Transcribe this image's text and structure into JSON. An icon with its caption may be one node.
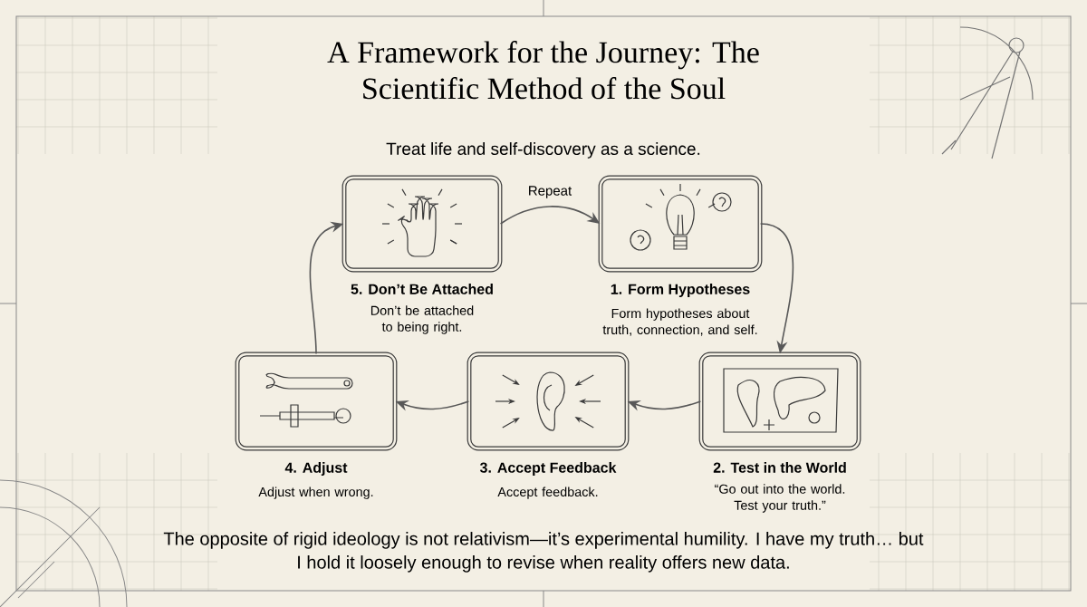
{
  "diagram": {
    "title": "A Framework for the Journey: The Scientific Method of the Soul",
    "caption": "The opposite of rigid ideology is not relativism—it’s experimental humility. I have my truth… but I hold it loosely enough to revise when reality offers new data.",
    "nodes": [
      {
        "text": [
          "5. Don’t Be Attached",
          "Don’t be attached to being right."
        ]
      },
      {
        "text": [
          "1. Form Hypotheses",
          "Form hypotheses about truth, connection, and self."
        ]
      },
      {
        "text": [
          "4. Adjust",
          "Adjust when wrong."
        ]
      },
      {
        "text": [
          "3. Accept Feedback",
          "Accept feedback."
        ]
      },
      {
        "text": [
          "2. Test in the World",
          "“Go out into the world. Test your truth.”"
        ]
      }
    ],
    "edges": [
      {
        "from": 0,
        "to": 1,
        "arrow": "to",
        "label": "Repeat"
      },
      {
        "from": 1,
        "to": 4,
        "arrow": "to"
      },
      {
        "from": 4,
        "to": 3,
        "arrow": "to"
      },
      {
        "from": 3,
        "to": 2,
        "arrow": "to"
      },
      {
        "from": 2,
        "to": 0,
        "arrow": "to"
      }
    ],
    "labels": [
      "Treat life and self-discovery as a science."
    ]
  }
}
